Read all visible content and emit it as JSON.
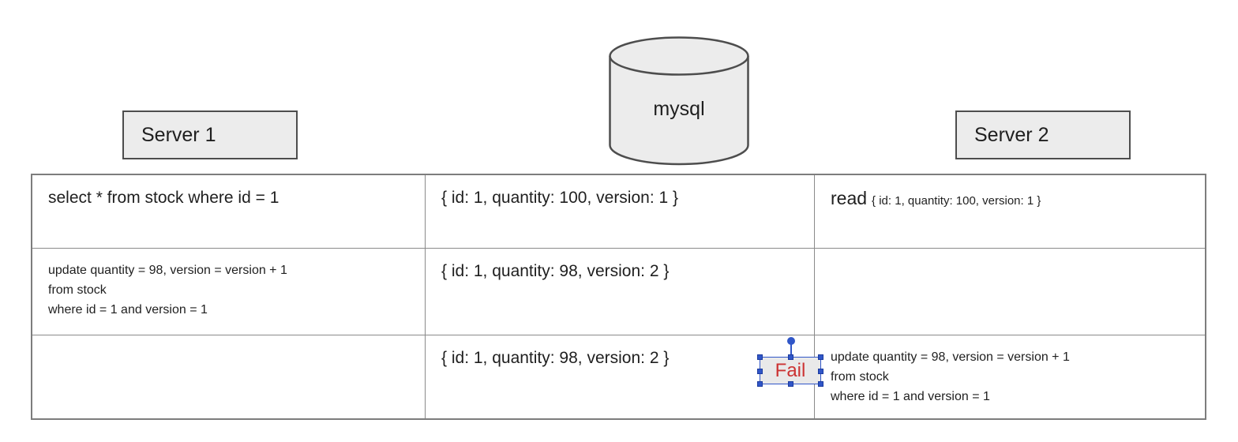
{
  "database": {
    "label": "mysql"
  },
  "servers": [
    {
      "label": "Server 1"
    },
    {
      "label": "Server 2"
    }
  ],
  "table": {
    "rows": [
      {
        "server1": {
          "lines": [
            "select * from stock where id = 1"
          ]
        },
        "mysql": "{ id: 1, quantity: 100, version: 1 }",
        "server2": {
          "read_label": "read",
          "value": "{ id: 1, quantity: 100, version: 1 }"
        }
      },
      {
        "server1": {
          "lines": [
            "update quantity = 98, version = version + 1",
            "from stock",
            "where id = 1 and version = 1"
          ]
        },
        "mysql": "{ id: 1, quantity: 98, version: 2 }",
        "server2": null
      },
      {
        "server1": null,
        "mysql": "{ id: 1, quantity: 98, version: 2 }",
        "server2": {
          "lines": [
            "update quantity = 98, version = version + 1",
            "from stock",
            "where id = 1 and version = 1"
          ]
        }
      }
    ]
  },
  "fail": {
    "label": "Fail"
  },
  "colors": {
    "shape_fill": "#ececec",
    "shape_border": "#4d4d4d",
    "table_border": "#7d7d7d",
    "fail_red": "#cc3333",
    "selection_blue": "#3056c8"
  }
}
